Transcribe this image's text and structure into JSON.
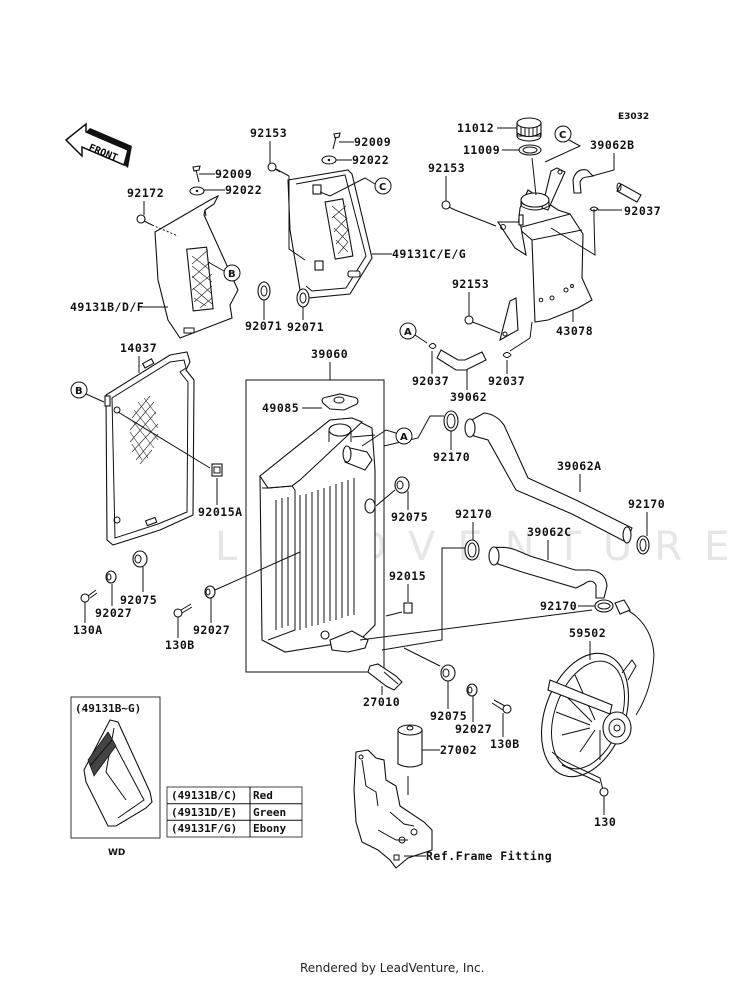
{
  "diagram": {
    "code": "E3032",
    "front_label": "FRONT",
    "watermark": "LEADVENTURE",
    "footer": "Rendered by LeadVenture, Inc.",
    "callouts": {
      "a": "A",
      "b": "B",
      "c": "C"
    },
    "parts": {
      "p11012": "11012",
      "p11009": "11009",
      "p39062B": "39062B",
      "p92037_r": "92037",
      "p92153_tank": "92153",
      "p92153_tank2": "92153",
      "p43078": "43078",
      "p92153_c": "92153",
      "p92009_c": "92009",
      "p92022_c": "92022",
      "p49131CEG": "49131C/E/G",
      "p92071_c": "92071",
      "p92009_l": "92009",
      "p92022_l": "92022",
      "p92172": "92172",
      "p49131BDF": "49131B/D/F",
      "p92071_l": "92071",
      "p14037": "14037",
      "p92015A": "92015A",
      "p39060": "39060",
      "p49085": "49085",
      "p92037_a": "92037",
      "p39062": "39062",
      "p92037_b": "92037",
      "p92170_1": "92170",
      "p39062A": "39062A",
      "p92170_2": "92170",
      "p92075_r": "92075",
      "p92170_3": "92170",
      "p39062C": "39062C",
      "p92015": "92015",
      "p92170_4": "92170",
      "p59502": "59502",
      "p92075_l": "92075",
      "p92027_l": "92027",
      "p130A": "130A",
      "p130B_l": "130B",
      "p92027_m": "92027",
      "p27010": "27010",
      "p92075_b": "92075",
      "p92027_b": "92027",
      "p130B_b": "130B",
      "p27002": "27002",
      "p130": "130",
      "ref_frame": "Ref.Frame Fitting"
    },
    "decal_box": {
      "title": "(49131B~G)",
      "caption": "WD"
    },
    "color_table": [
      {
        "part": "(49131B/C)",
        "color": "Red"
      },
      {
        "part": "(49131D/E)",
        "color": "Green"
      },
      {
        "part": "(49131F/G)",
        "color": "Ebony"
      }
    ]
  }
}
